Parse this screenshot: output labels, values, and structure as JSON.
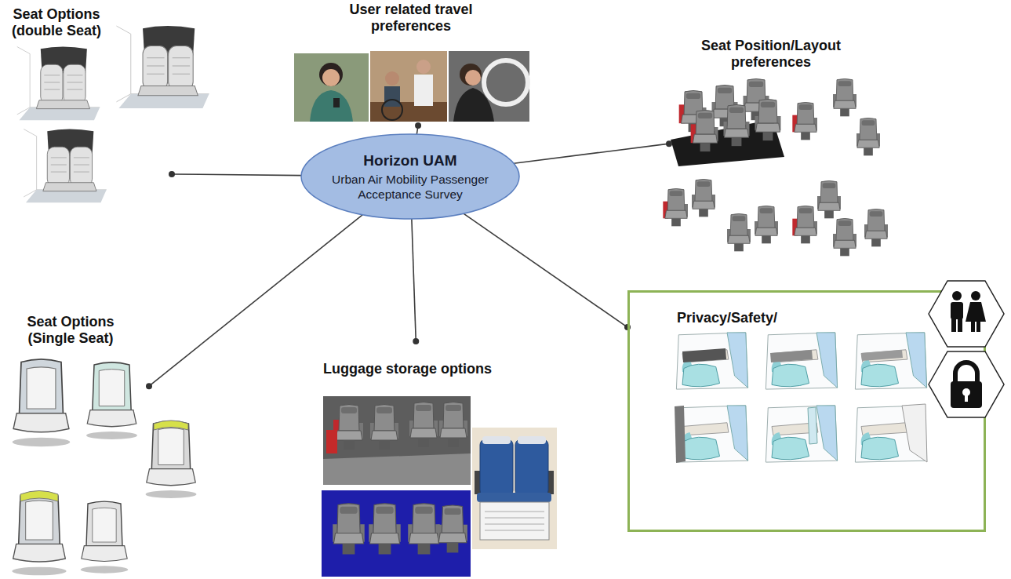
{
  "diagram": {
    "nodes": [
      {
        "text": [
          "Seat Options (double Seat)"
        ]
      },
      {
        "text": [
          "User related travel preferences"
        ]
      },
      {
        "text": [
          "Seat Position/Layout preferences"
        ]
      },
      {
        "text": [
          "Horizon UAM",
          "Urban Air Mobility Passenger Acceptance Survey"
        ]
      },
      {
        "text": [
          "Seat Options (Single Seat)"
        ]
      },
      {
        "text": [
          "Luggage storage options"
        ]
      },
      {
        "text": [
          "Privacy/Safety/"
        ]
      }
    ],
    "edges": [
      {
        "from": 3,
        "to": 0,
        "arrow": "none"
      },
      {
        "from": 3,
        "to": 1,
        "arrow": "none"
      },
      {
        "from": 3,
        "to": 2,
        "arrow": "none"
      },
      {
        "from": 3,
        "to": 4,
        "arrow": "none"
      },
      {
        "from": 3,
        "to": 5,
        "arrow": "none"
      },
      {
        "from": 3,
        "to": 6,
        "arrow": "none"
      }
    ]
  }
}
